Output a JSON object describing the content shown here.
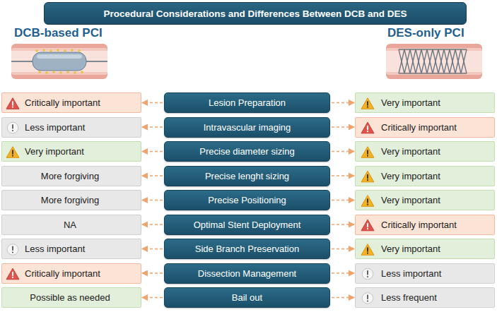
{
  "diagram": {
    "title": "Procedural Considerations and Differences Between DCB and DES",
    "nodes": [
      {
        "text": [
          "Critically important"
        ]
      },
      {
        "text": [
          "Lesion Preparation"
        ]
      },
      {
        "text": [
          "Very important"
        ]
      },
      {
        "text": [
          "Less important"
        ]
      },
      {
        "text": [
          "Intravascular imaging"
        ]
      },
      {
        "text": [
          "Critically important"
        ]
      },
      {
        "text": [
          "Very important"
        ]
      },
      {
        "text": [
          "Precise diameter sizing"
        ]
      },
      {
        "text": [
          "Very important"
        ]
      },
      {
        "text": [
          "More forgiving"
        ]
      },
      {
        "text": [
          "Precise lenght sizing"
        ]
      },
      {
        "text": [
          "Very important"
        ]
      },
      {
        "text": [
          "More forgiving"
        ]
      },
      {
        "text": [
          "Precise Positioning"
        ]
      },
      {
        "text": [
          "Very important"
        ]
      },
      {
        "text": [
          "NA"
        ]
      },
      {
        "text": [
          "Optimal Stent Deployment"
        ]
      },
      {
        "text": [
          "Critically important"
        ]
      },
      {
        "text": [
          "Less important"
        ]
      },
      {
        "text": [
          "Side Branch Preservation"
        ]
      },
      {
        "text": [
          "Very important"
        ]
      },
      {
        "text": [
          "Critically important"
        ]
      },
      {
        "text": [
          "Dissection Management"
        ]
      },
      {
        "text": [
          "Less important"
        ]
      },
      {
        "text": [
          "Possible as needed"
        ]
      },
      {
        "text": [
          "Bail out"
        ]
      },
      {
        "text": [
          "Less frequent"
        ]
      }
    ],
    "edges": [
      {
        "from": 1,
        "to": 0,
        "arrow": "to"
      },
      {
        "from": 1,
        "to": 2,
        "arrow": "to"
      },
      {
        "from": 4,
        "to": 3,
        "arrow": "to"
      },
      {
        "from": 4,
        "to": 5,
        "arrow": "to"
      },
      {
        "from": 7,
        "to": 6,
        "arrow": "to"
      },
      {
        "from": 7,
        "to": 8,
        "arrow": "to"
      },
      {
        "from": 10,
        "to": 9,
        "arrow": "to"
      },
      {
        "from": 10,
        "to": 11,
        "arrow": "to"
      },
      {
        "from": 13,
        "to": 12,
        "arrow": "to"
      },
      {
        "from": 13,
        "to": 14,
        "arrow": "to"
      },
      {
        "from": 16,
        "to": 15,
        "arrow": "to"
      },
      {
        "from": 16,
        "to": 17,
        "arrow": "to"
      },
      {
        "from": 19,
        "to": 18,
        "arrow": "to"
      },
      {
        "from": 19,
        "to": 20,
        "arrow": "to"
      },
      {
        "from": 22,
        "to": 21,
        "arrow": "to"
      },
      {
        "from": 22,
        "to": 23,
        "arrow": "to"
      },
      {
        "from": 25,
        "to": 24,
        "arrow": "to"
      },
      {
        "from": 25,
        "to": 26,
        "arrow": "to"
      }
    ],
    "labels": [
      "DCB-based PCI",
      "DES-only PCI"
    ]
  }
}
